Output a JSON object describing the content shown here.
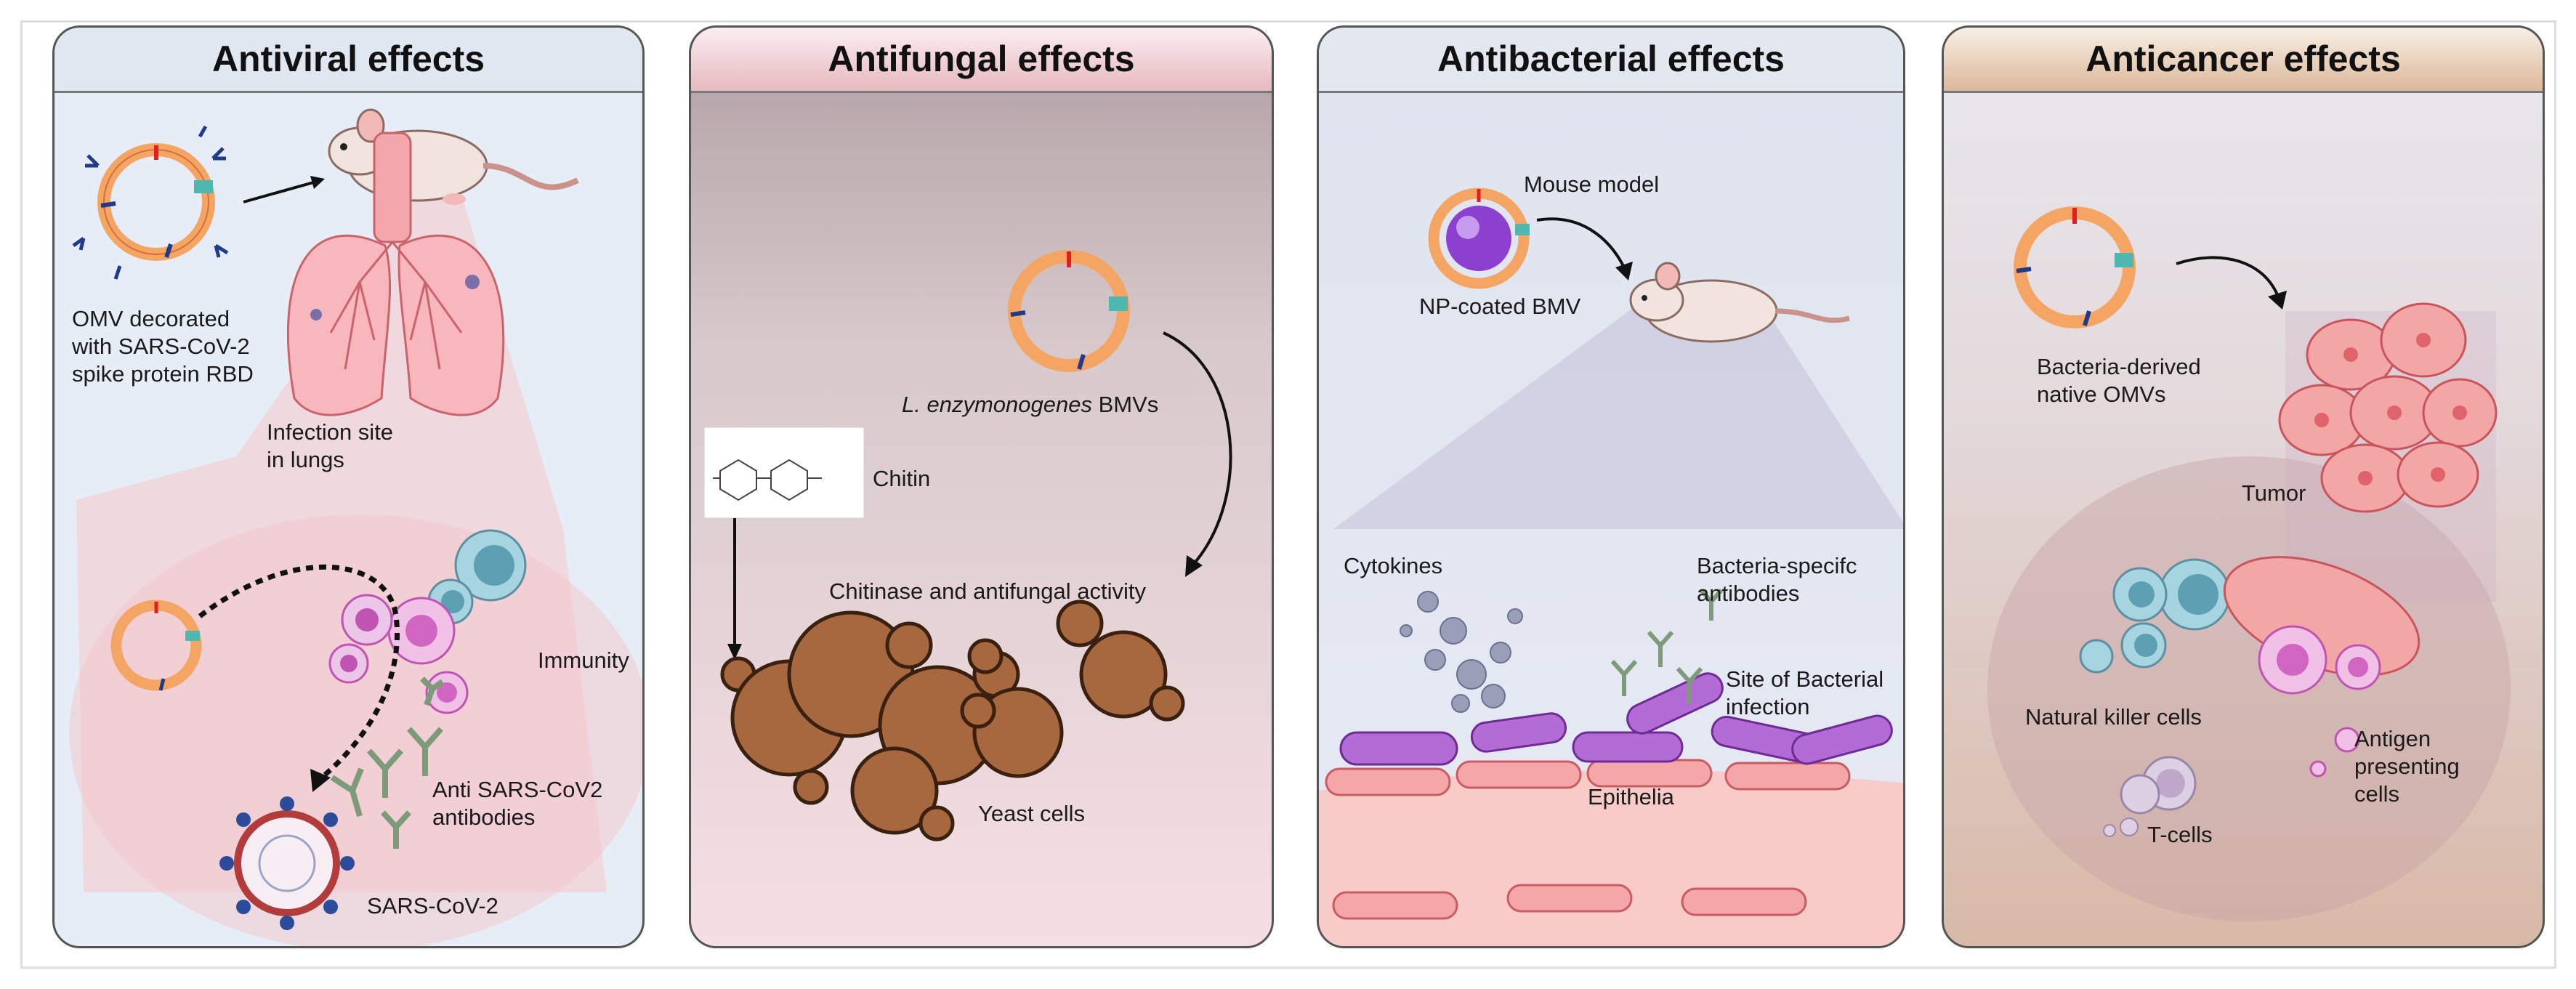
{
  "panels": [
    {
      "title": "Antiviral effects",
      "labels": {
        "omv": "OMV decorated\nwith SARS-CoV-2\nspike protein RBD",
        "infection": "Infection site\nin lungs",
        "immunity": "Immunity",
        "antibodies": "Anti SARS-CoV2\nantibodies",
        "virus": "SARS-CoV-2"
      }
    },
    {
      "title": "Antifungal effects",
      "labels": {
        "bmv_species": "L. enzymonogenes",
        "bmv_suffix": " BMVs",
        "chitin": "Chitin",
        "activity": "Chitinase and antifungal activity",
        "yeast": "Yeast cells"
      }
    },
    {
      "title": "Antibacterial effects",
      "labels": {
        "np": "NP-coated BMV",
        "mouse": "Mouse  model",
        "cytokines": "Cytokines",
        "antibodies": "Bacteria-specifc\nantibodies",
        "site": "Site of Bacterial\ninfection",
        "epithelia": "Epithelia"
      }
    },
    {
      "title": "Anticancer effects",
      "labels": {
        "omv": "Bacteria-derived\nnative OMVs",
        "tumor": "Tumor",
        "nk": "Natural killer cells",
        "apc": "Antigen\npresenting\ncells",
        "tcells": "T-cells"
      }
    }
  ]
}
